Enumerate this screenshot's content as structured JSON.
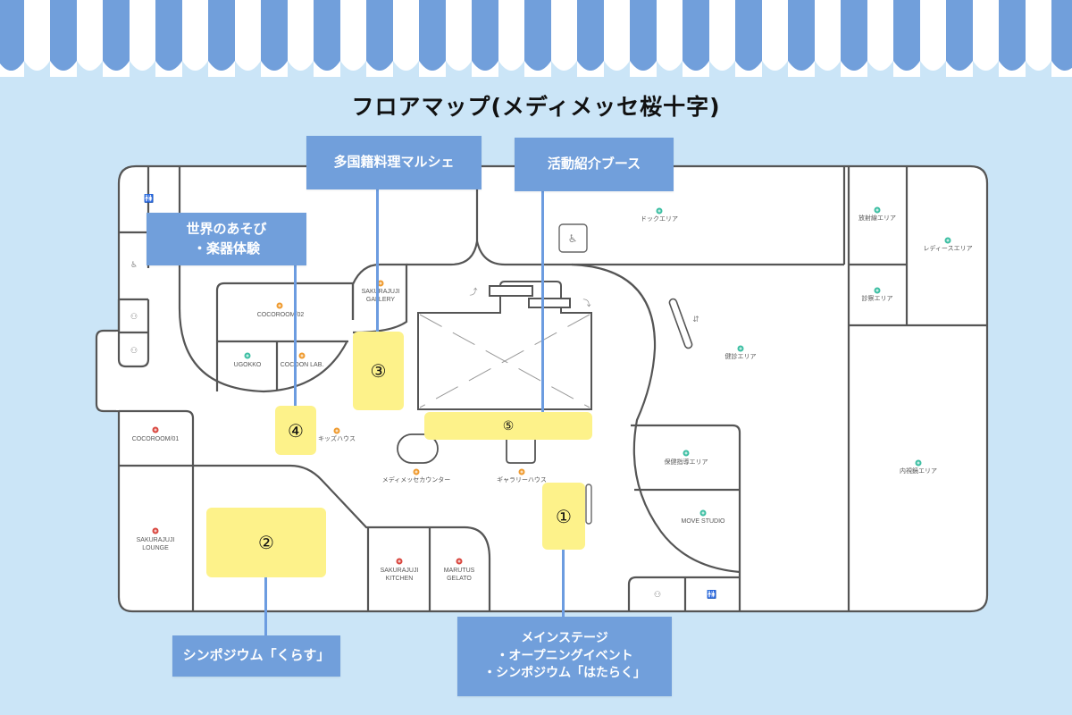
{
  "title": "フロアマップ(メディメッセ桜十字)",
  "colors": {
    "background": "#cbe5f7",
    "awning_blue": "#719fdb",
    "callout_blue": "#719fdb",
    "highlight_yellow": "#fdf28a",
    "wall": "#555555",
    "dot_food": "#d9473f",
    "dot_play": "#ef9a2e",
    "dot_health": "#3dbfa3"
  },
  "callouts": [
    {
      "id": "world-play",
      "lines": [
        "世界のあそび",
        "・楽器体験"
      ],
      "target": "4"
    },
    {
      "id": "marche",
      "lines": [
        "多国籍料理マルシェ"
      ],
      "target": "3"
    },
    {
      "id": "booth",
      "lines": [
        "活動紹介ブース"
      ],
      "target": "5"
    },
    {
      "id": "symposium-kurasu",
      "lines": [
        "シンポジウム「くらす」"
      ],
      "target": "2"
    },
    {
      "id": "main-stage",
      "lines": [
        "メインステージ",
        "・オープニングイベント",
        "・シンポジウム「はたらく」"
      ],
      "target": "1"
    }
  ],
  "highlights": [
    {
      "number": "①",
      "label": "main-stage"
    },
    {
      "number": "②",
      "label": "symposium-kurasu"
    },
    {
      "number": "③",
      "label": "marche"
    },
    {
      "number": "④",
      "label": "world-play"
    },
    {
      "number": "⑤",
      "label": "booth"
    }
  ],
  "rooms": {
    "cocoroom02": "COCOROOM/02",
    "ugokko": "UGOKKO",
    "cocoonlab": "COCOON LAB.",
    "gallery": [
      "SAKURAJUJI",
      "GALLERY"
    ],
    "kidshouse": "キッズハウス",
    "cocoroom01": "COCOROOM/01",
    "lounge": [
      "SAKURAJUJI",
      "LOUNGE"
    ],
    "kitchen": [
      "SAKURAJUJI",
      "KITCHEN"
    ],
    "gelato": [
      "MARUTUS",
      "GELATO"
    ],
    "counter": "メディメッセカウンター",
    "galleryhouse": "ギャラリーハウス",
    "dock": "ドックエリア",
    "xray": "放射線エリア",
    "ladies": "レディースエリア",
    "exam": "診察エリア",
    "checkup": "健診エリア",
    "guidance": "保健指導エリア",
    "movestudio": "MOVE STUDIO",
    "endoscopy": "内視鏡エリア"
  }
}
